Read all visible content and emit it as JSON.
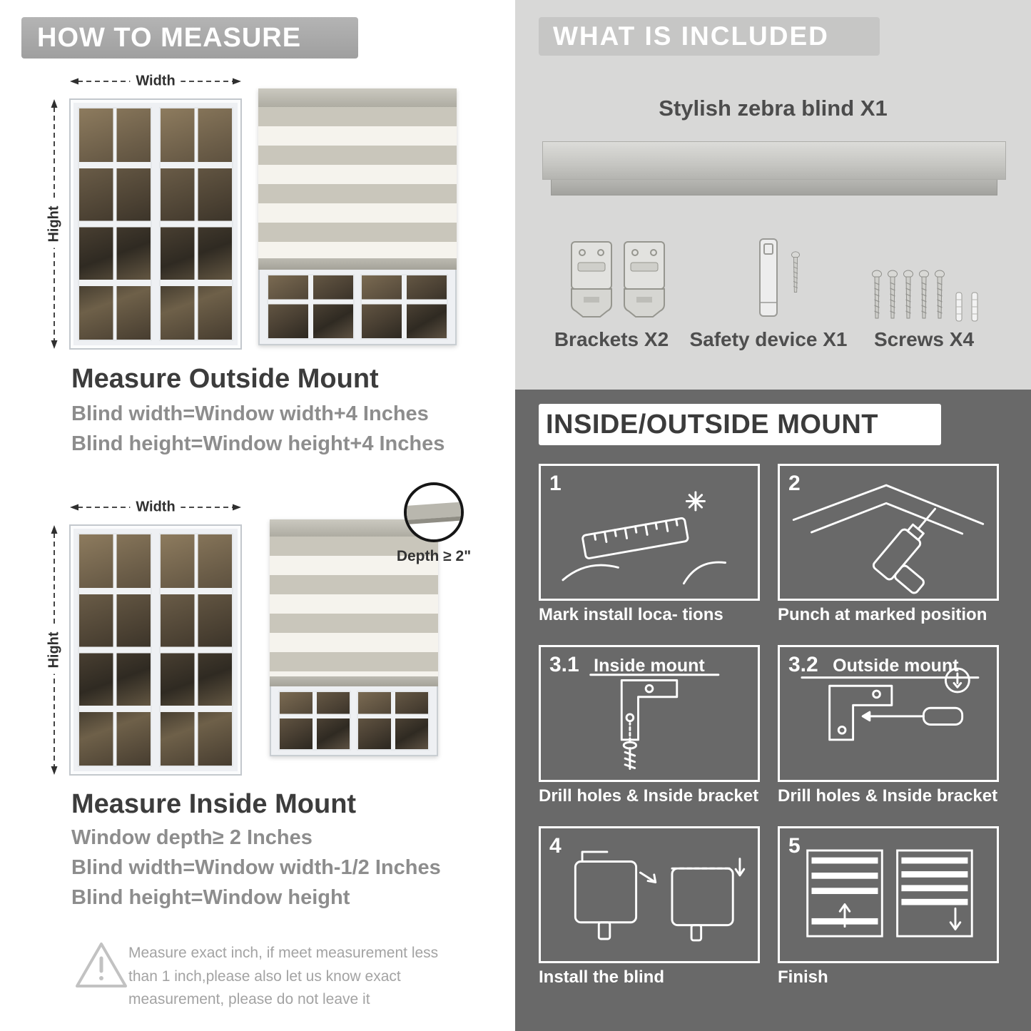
{
  "left": {
    "header": "HOW TO MEASURE",
    "measure_labels": {
      "width": "Width",
      "height": "Hight"
    },
    "outside": {
      "title": "Measure Outside Mount",
      "lines": [
        "Blind width=Window width+4 Inches",
        "Blind height=Window height+4 Inches"
      ]
    },
    "inside": {
      "title": "Measure Inside Mount",
      "depth_callout": "Depth ≥ 2\"",
      "lines": [
        "Window depth≥ 2 Inches",
        "Blind width=Window width-1/2 Inches",
        "Blind height=Window height"
      ]
    },
    "warning_text": "Measure exact inch, if meet measurement less than 1 inch,please also let us know exact measurement, please do not leave it"
  },
  "included": {
    "header": "WHAT IS INCLUDED",
    "product_label": "Stylish zebra blind X1",
    "items": [
      {
        "label": "Brackets X2"
      },
      {
        "label": "Safety device X1"
      },
      {
        "label": "Screws X4"
      }
    ]
  },
  "mount": {
    "header": "INSIDE/OUTSIDE MOUNT",
    "steps": [
      {
        "num": "1",
        "caption": "Mark install loca- tions"
      },
      {
        "num": "2",
        "caption": "Punch at  marked position"
      },
      {
        "num": "3.1",
        "label": "Inside mount",
        "caption": "Drill holes &  Inside bracket"
      },
      {
        "num": "3.2",
        "label": "Outside mount",
        "caption": "Drill holes &  Inside bracket"
      },
      {
        "num": "4",
        "caption": "Install the blind"
      },
      {
        "num": "5",
        "caption": "Finish"
      }
    ]
  },
  "colors": {
    "header_gray": "#a9a9a9",
    "panel_light": "#d8d8d7",
    "panel_dark": "#696969",
    "text_dark": "#3c3c3c",
    "text_gray": "#8d8d8d",
    "stripe_gray": "#c9c6bb",
    "stripe_light": "#f5f3ed"
  }
}
